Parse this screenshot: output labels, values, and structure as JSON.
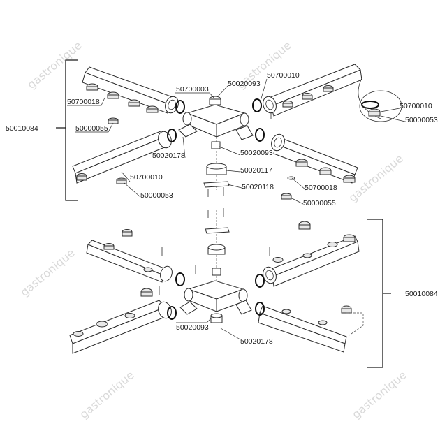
{
  "watermark": "gastronique",
  "upper_assembly": {
    "brace_label": "50010084",
    "callouts": {
      "c1": "50700003",
      "c2": "50020093",
      "c3": "50700010",
      "c4": "50700018",
      "c5": "50000055",
      "c6": "50700010",
      "c7": "50000053",
      "c8": "50020178",
      "c9": "50020093",
      "c10": "50020117",
      "c11": "50700010",
      "c12": "50000053",
      "c13": "50020118",
      "c14": "50700018",
      "c15": "50000055"
    }
  },
  "lower_assembly": {
    "brace_label": "50010084",
    "callouts": {
      "c1": "50020093",
      "c2": "50020178"
    }
  }
}
